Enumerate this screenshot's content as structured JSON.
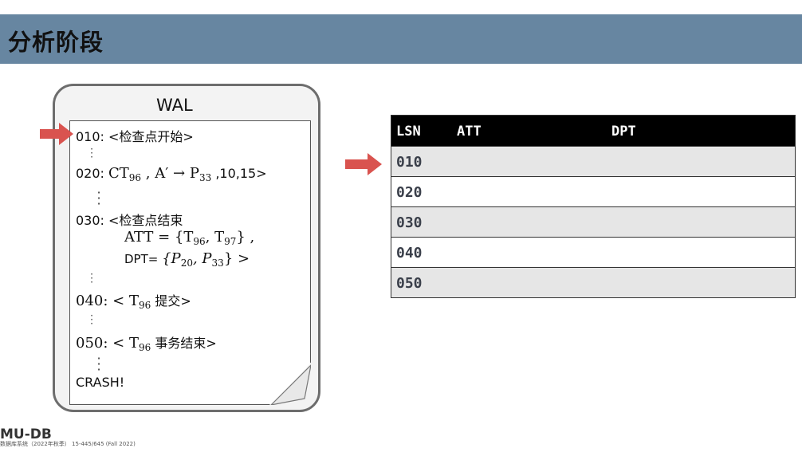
{
  "slide": {
    "title": "分析阶段"
  },
  "wal": {
    "label": "WAL",
    "lines": {
      "l010": "010: <检查点开始>",
      "l020_prefix": "020: ",
      "l020_ct": "CT",
      "l020_ct_sub": "96",
      "l020_a": " , A′ → P",
      "l020_p_sub": "33",
      "l020_suffix": " ,10,15>",
      "l030": "030: <检查点结束",
      "att_label": "ATT = {T",
      "att_sub1": "96",
      "att_mid": ",  T",
      "att_sub2": "97",
      "att_end": "} ,",
      "dpt_label": "DPT= ",
      "dpt_open": "{P",
      "dpt_sub1": "20",
      "dpt_mid": ", P",
      "dpt_sub2": "33",
      "dpt_end": "} >",
      "l040_prefix": "040: < T",
      "l040_sub": "96",
      "l040_suffix": " 提交>",
      "l050_prefix": "050: < T",
      "l050_sub": "96",
      "l050_suffix": " 事务结束>",
      "crash": "CRASH!"
    }
  },
  "table": {
    "headers": [
      "LSN",
      "ATT",
      "DPT"
    ],
    "rows": [
      "010",
      "020",
      "030",
      "040",
      "050"
    ]
  },
  "footer": {
    "logo": "MU-DB",
    "sub": "数据库系统（2022年秋季） 15-445/645 (Fall 2022)"
  },
  "colors": {
    "topbar": "#6786a1",
    "arrow": "#d9534f"
  }
}
